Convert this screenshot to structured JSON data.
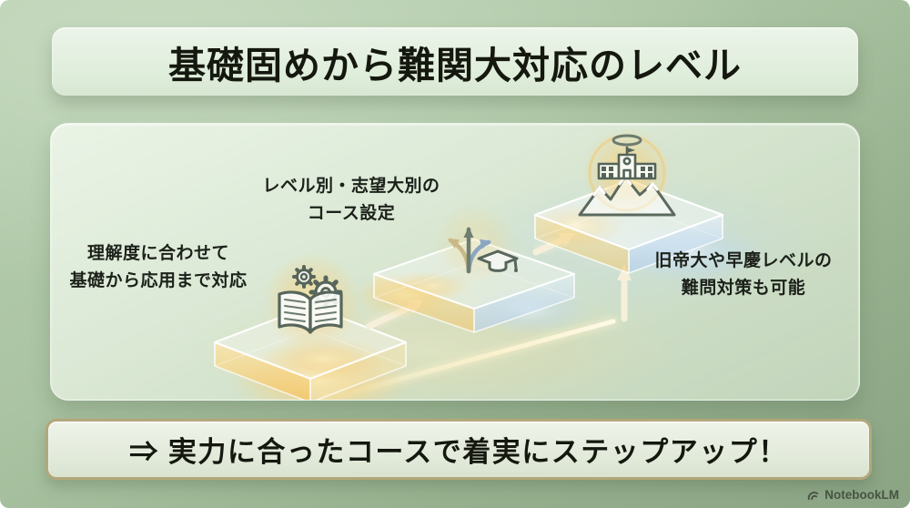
{
  "title": {
    "text": "基礎固めから難関大対応のレベル"
  },
  "diagram": {
    "flow": "ascending-staircase-left-to-right",
    "steps": [
      {
        "name": "step-1",
        "label": "理解度に合わせて\n基礎から応用まで対応",
        "icon": "book-and-gears-icon"
      },
      {
        "name": "step-2",
        "label": "レベル別・志望大別の\nコース設定",
        "icon": "branching-paths-and-graduation-cap-icon"
      },
      {
        "name": "step-3",
        "label": "旧帝大や早慶レベルの\n難問対策も可能",
        "icon": "school-on-mountain-summit-icon"
      }
    ]
  },
  "footer_banner": {
    "text": "⇒ 実力に合ったコースで着実にステップアップ！"
  },
  "watermark": {
    "text": "NotebookLM",
    "icon": "notebooklm-logo-icon"
  },
  "colors": {
    "background_top": "#b7cfb0",
    "background_bottom": "#8aa484",
    "card_fill": "#e8f1e4",
    "banner_border": "#b3a77a",
    "glow_gold": "#f8cf78",
    "glow_blue": "#cfe4fb",
    "text": "#15180f"
  }
}
